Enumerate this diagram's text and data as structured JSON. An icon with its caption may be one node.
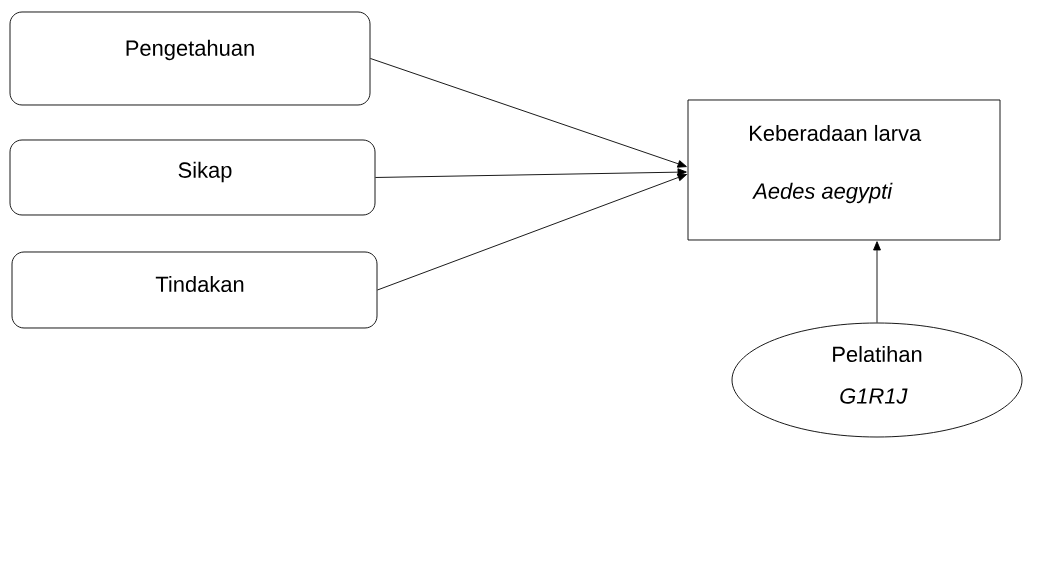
{
  "diagram": {
    "nodes": [
      {
        "text": [
          "Pengetahuan"
        ]
      },
      {
        "text": [
          "Sikap"
        ]
      },
      {
        "text": [
          "Tindakan"
        ]
      },
      {
        "text": [
          "Keberadaan larva",
          "Aedes aegypti"
        ]
      },
      {
        "text": [
          "Pelatihan",
          "G1R1J"
        ]
      }
    ],
    "edges": [
      {
        "from": 0,
        "to": 3,
        "arrow": "to"
      },
      {
        "from": 1,
        "to": 3,
        "arrow": "to"
      },
      {
        "from": 2,
        "to": 3,
        "arrow": "to"
      },
      {
        "from": 4,
        "to": 3,
        "arrow": "to"
      }
    ]
  }
}
